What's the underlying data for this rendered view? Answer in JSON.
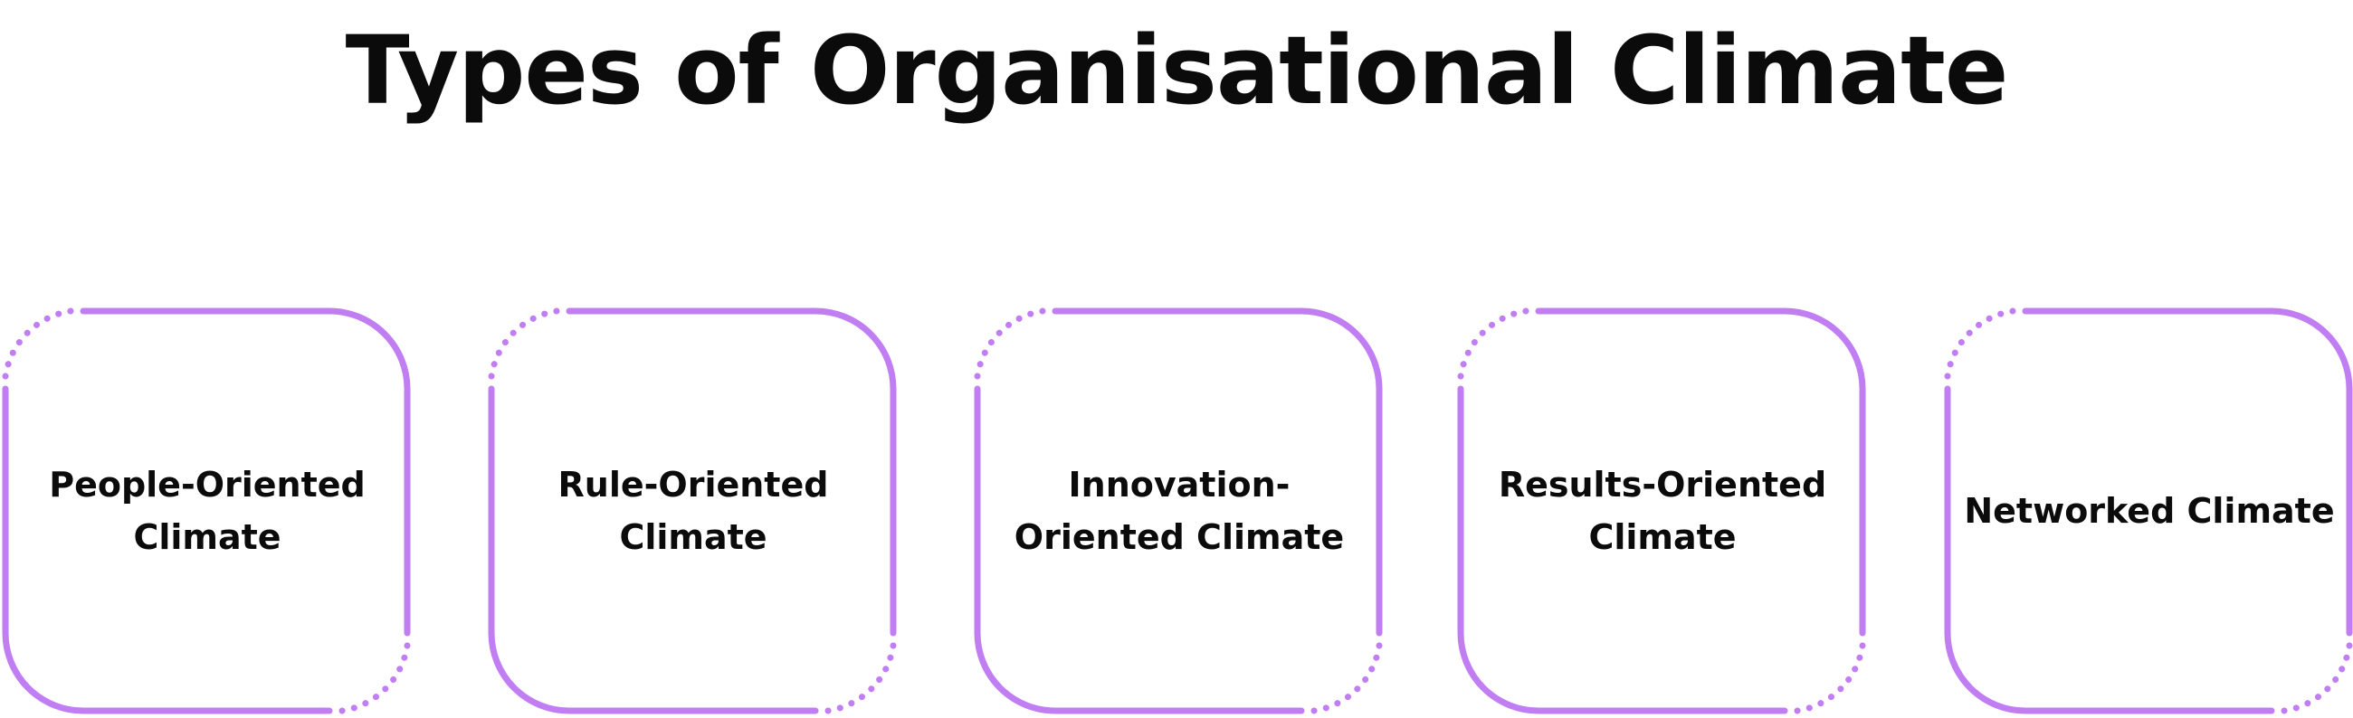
{
  "title": "Types of Organisational Climate",
  "accent_color": "#c17ef3",
  "cards": [
    {
      "label": "People-Oriented Climate"
    },
    {
      "label": "Rule-Oriented Climate"
    },
    {
      "label": "Innovation-Oriented Climate"
    },
    {
      "label": "Results-Oriented Climate"
    },
    {
      "label": "Networked Climate"
    }
  ]
}
